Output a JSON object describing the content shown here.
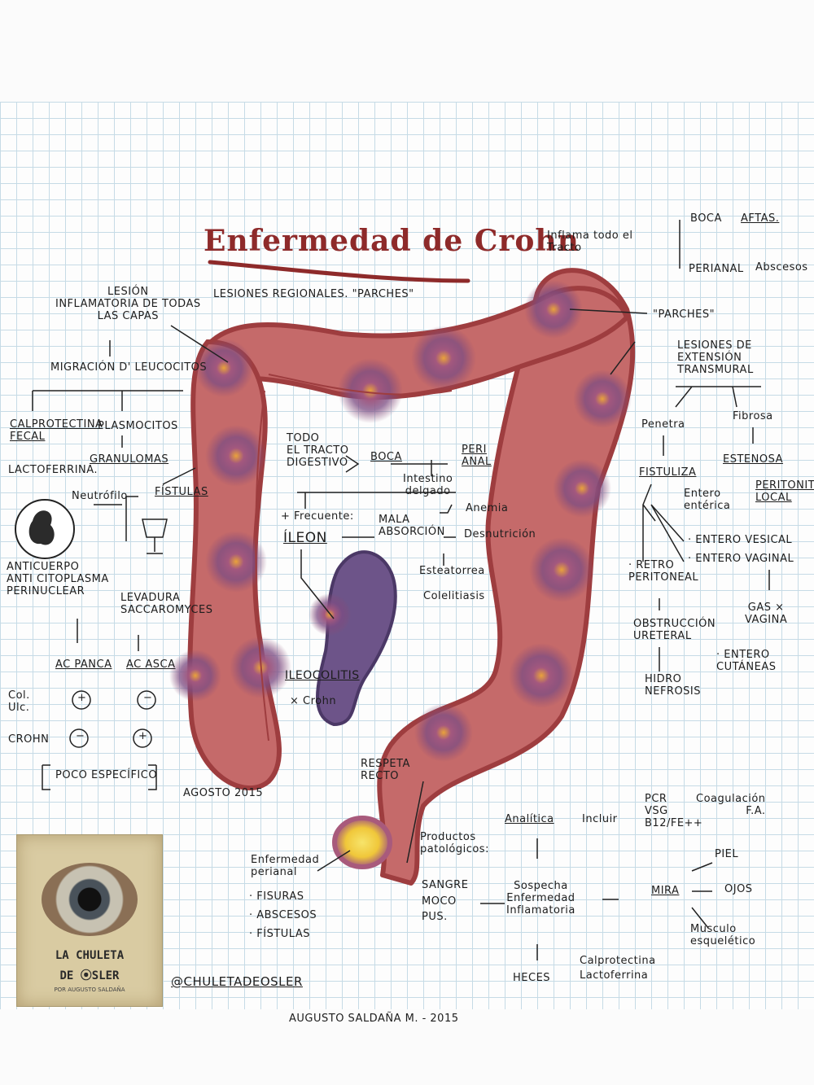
{
  "title": "Enfermedad de Crohn",
  "subtitle": "Lesiones regionales. \"Parches\"",
  "left": {
    "lesion": "Lesión\ninflamatoria de todas\nlas capas",
    "migracion": "Migración d' leucocitos",
    "calprotectina": "Calprotectina\nfecal",
    "lactoferrina": "Lactoferrina.",
    "plasmocitos": "Plasmocitos",
    "granulomas": "Granulomas",
    "fistulas": "Fístulas",
    "neutrofilo": "Neutrófilo",
    "anticuerpo": "Anticuerpo\nanti citoplasma\nperinuclear",
    "levadura": "Levadura\nSaccaromyces",
    "ac_panca": "Ac pANCA",
    "ac_asca": "Ac ASCA",
    "col_ulc": "Col.\nUlc.",
    "crohn": "Crohn",
    "plus": "+",
    "minus": "−",
    "poco": "Poco Específico",
    "agosto": "Agosto 2015"
  },
  "center": {
    "todo_tracto": "Todo\nel tracto\ndigestivo",
    "boca": "Boca",
    "perianal": "Peri\nanal",
    "intestino": "Intestino\ndelgado",
    "frecuente": "+ Frecuente:",
    "ileon": "Íleon",
    "mala_absorcion": "Mala\nabsorción",
    "anemia": "Anemia",
    "desnutricion": "Desnutrición",
    "esteatorrea": "Esteatorrea",
    "colelitiasis": "Colelitiasis",
    "ileocolitis": "Ileocolitis",
    "x_crohn": "× Crohn",
    "respeta": "Respeta\nrecto"
  },
  "right": {
    "inflama": "Inflama todo el\nTracto",
    "boca": "Boca",
    "aftas": "Aftas.",
    "perianal": "Perianal",
    "abscesos": "Abscesos",
    "parches": "\"Parches\"",
    "lesiones_ext": "Lesiones de\nextensión\ntransmural",
    "penetra": "Penetra",
    "fibrosa": "Fibrosa",
    "estenosa": "Estenosa",
    "fistuliza": "Fistuliza",
    "entero_enterica": "Entero\nentérica",
    "peritonitis": "Peritonitis\nlocal",
    "entero_vesical": "· Entero vesical",
    "entero_vaginal": "· Entero vaginal",
    "retro": "· Retro\nperitoneal",
    "obstruccion": "Obstrucción\nureteral",
    "hidro": "Hidro\nnefrosis",
    "gas": "Gas ×\nvagina",
    "entero_cut": "· Entero\ncutáneas"
  },
  "bottom": {
    "enf_perianal": "Enfermedad\nperianal",
    "fisuras": "· Fisuras",
    "abscesos": "· Abscesos",
    "fistulas": "· Fístulas",
    "productos": "Productos\npatológicos:",
    "sangre": "Sangre\nmoco\npus.",
    "sospecha": "Sospecha\nEnfermedad\nInflamatoria",
    "analitica": "Analítica",
    "incluir": "Incluir",
    "pcr": "PCR\nVSG\nB12/Fe++",
    "coagulacion": "Coagulación\nF.A.",
    "mira": "Mira",
    "piel": "Piel",
    "ojos": "Ojos",
    "musculo": "Musculo\nesquelético",
    "heces": "Heces",
    "calpro": "Calprotectina\nLactoferrina",
    "twitter": "@ChuletaDeOsler",
    "firma": "Augusto Saldaña M. - 2015"
  },
  "logo": {
    "line1": "LA CHULETA",
    "line2": "DE ⦿SLER",
    "by": "POR AUGUSTO SALDAÑA"
  }
}
